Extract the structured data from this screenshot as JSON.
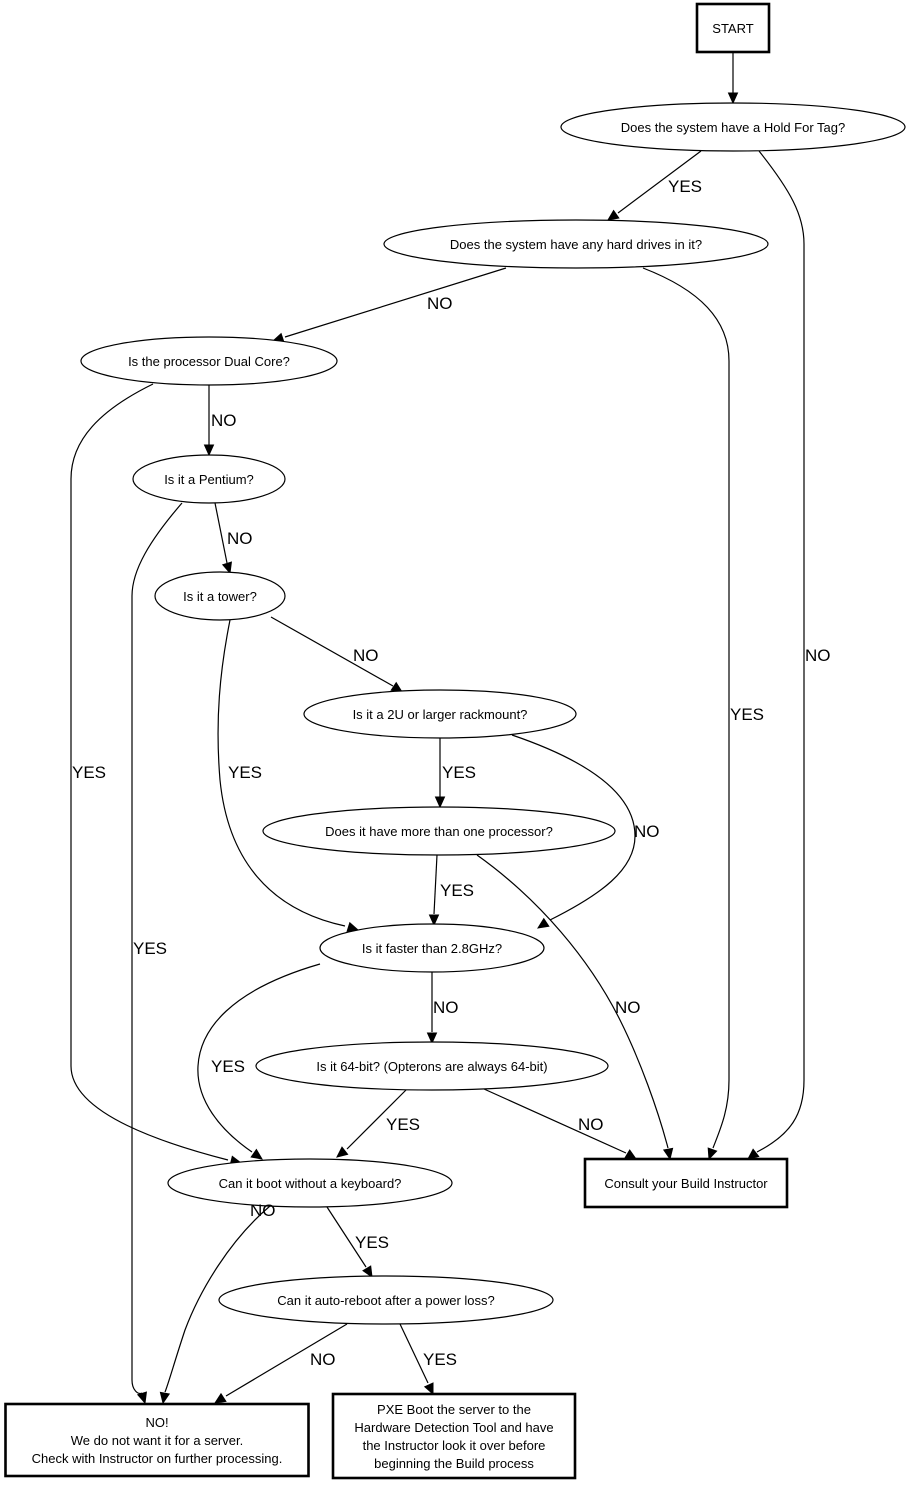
{
  "diagram": {
    "type": "flowchart",
    "nodes": [
      {
        "id": "start",
        "shape": "box",
        "lines": [
          "START"
        ]
      },
      {
        "id": "hold_tag",
        "shape": "ellipse",
        "lines": [
          "Does the system have a Hold For Tag?"
        ]
      },
      {
        "id": "hard_drives",
        "shape": "ellipse",
        "lines": [
          "Does the system have any hard drives in it?"
        ]
      },
      {
        "id": "dual_core",
        "shape": "ellipse",
        "lines": [
          "Is the processor Dual Core?"
        ]
      },
      {
        "id": "pentium",
        "shape": "ellipse",
        "lines": [
          "Is it a Pentium?"
        ]
      },
      {
        "id": "tower",
        "shape": "ellipse",
        "lines": [
          "Is it a tower?"
        ]
      },
      {
        "id": "rackmount",
        "shape": "ellipse",
        "lines": [
          "Is it a 2U or larger rackmount?"
        ]
      },
      {
        "id": "multi_proc",
        "shape": "ellipse",
        "lines": [
          "Does it have more than one processor?"
        ]
      },
      {
        "id": "faster",
        "shape": "ellipse",
        "lines": [
          "Is it faster than 2.8GHz?"
        ]
      },
      {
        "id": "bit64",
        "shape": "ellipse",
        "lines": [
          "Is it 64-bit? (Opterons are always 64-bit)"
        ]
      },
      {
        "id": "keyboard",
        "shape": "ellipse",
        "lines": [
          "Can it boot without a keyboard?"
        ]
      },
      {
        "id": "consult",
        "shape": "box",
        "lines": [
          "Consult your Build Instructor"
        ]
      },
      {
        "id": "auto_reboot",
        "shape": "ellipse",
        "lines": [
          "Can it auto-reboot after a power loss?"
        ]
      },
      {
        "id": "reject",
        "shape": "box",
        "lines": [
          "NO!",
          "We do not want it for a server.",
          "Check with Instructor on further processing."
        ]
      },
      {
        "id": "pxe",
        "shape": "box",
        "lines": [
          "PXE Boot the server to the",
          "Hardware Detection Tool and have",
          "the Instructor look it over before",
          "beginning the Build process"
        ]
      }
    ],
    "edges": [
      {
        "from": "start",
        "to": "hold_tag",
        "label": ""
      },
      {
        "from": "hold_tag",
        "to": "hard_drives",
        "label": "YES"
      },
      {
        "from": "hold_tag",
        "to": "consult",
        "label": "NO"
      },
      {
        "from": "hard_drives",
        "to": "dual_core",
        "label": "NO"
      },
      {
        "from": "hard_drives",
        "to": "consult",
        "label": "YES"
      },
      {
        "from": "dual_core",
        "to": "pentium",
        "label": "NO"
      },
      {
        "from": "dual_core",
        "to": "keyboard",
        "label": "YES"
      },
      {
        "from": "pentium",
        "to": "tower",
        "label": "NO"
      },
      {
        "from": "pentium",
        "to": "reject",
        "label": "YES"
      },
      {
        "from": "tower",
        "to": "rackmount",
        "label": "NO"
      },
      {
        "from": "tower",
        "to": "faster",
        "label": "YES"
      },
      {
        "from": "rackmount",
        "to": "multi_proc",
        "label": "YES"
      },
      {
        "from": "rackmount",
        "to": "faster",
        "label": "NO"
      },
      {
        "from": "multi_proc",
        "to": "faster",
        "label": "YES"
      },
      {
        "from": "multi_proc",
        "to": "consult",
        "label": "NO"
      },
      {
        "from": "faster",
        "to": "bit64",
        "label": "NO"
      },
      {
        "from": "faster",
        "to": "keyboard",
        "label": "YES"
      },
      {
        "from": "bit64",
        "to": "keyboard",
        "label": "YES"
      },
      {
        "from": "bit64",
        "to": "consult",
        "label": "NO"
      },
      {
        "from": "keyboard",
        "to": "auto_reboot",
        "label": "YES"
      },
      {
        "from": "keyboard",
        "to": "reject",
        "label": "NO"
      },
      {
        "from": "auto_reboot",
        "to": "reject",
        "label": "NO"
      },
      {
        "from": "auto_reboot",
        "to": "pxe",
        "label": "YES"
      }
    ]
  }
}
